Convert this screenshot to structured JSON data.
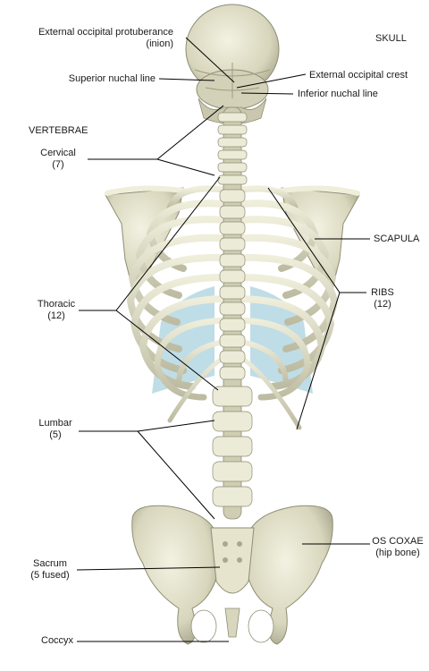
{
  "labels": {
    "occipital_protuberance": [
      "External occipital protuberance",
      "(inion)"
    ],
    "skull": "SKULL",
    "occipital_crest": "External occipital crest",
    "superior_nuchal": "Superior nuchal line",
    "inferior_nuchal": "Inferior nuchal line",
    "vertebrae": "VERTEBRAE",
    "cervical": [
      "Cervical",
      "(7)"
    ],
    "scapula": "SCAPULA",
    "thoracic": [
      "Thoracic",
      "(12)"
    ],
    "ribs": [
      "RIBS",
      "(12)"
    ],
    "lumbar": [
      "Lumbar",
      "(5)"
    ],
    "os_coxae": [
      "OS COXAE",
      "(hip bone)"
    ],
    "sacrum": [
      "Sacrum",
      "(5 fused)"
    ],
    "coccyx": "Coccyx"
  },
  "colors": {
    "bone": "#e2e0c8",
    "bone_shadow": "#b8b69c",
    "cartilage": "#a9d2de",
    "leader_line": "#000000"
  }
}
